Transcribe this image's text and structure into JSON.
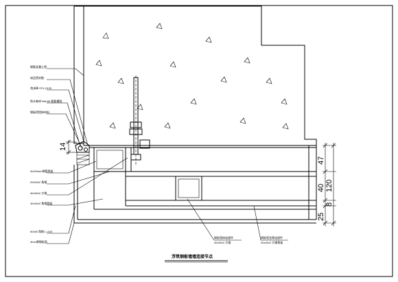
{
  "title": "浮筑钢板墙墙连接节点",
  "left_labels": [
    "钢筋混凝土墙",
    "成品密封胶",
    "泡沫棒 ST4.2X25",
    "防水卷材 M8×85 膨胀螺栓",
    "钢板墙墙体材料",
    "40x20mm钢管骨架",
    "20x20x2 角钢",
    "40x40x2 方钢",
    "40x40x2 角钢骨架",
    "50x50 角钢 L=100",
    "3mm厚钢板面"
  ],
  "bottom_labels": [
    {
      "lines": [
        "钢板墙体连接件",
        "40x40x2 方钢"
      ]
    },
    {
      "lines": [
        "钢板墙龙骨连接件",
        "40x40x2 方钢骨架"
      ]
    }
  ],
  "dims_right": [
    "47",
    "40",
    "120",
    "8",
    "25"
  ],
  "dim_left": "14"
}
